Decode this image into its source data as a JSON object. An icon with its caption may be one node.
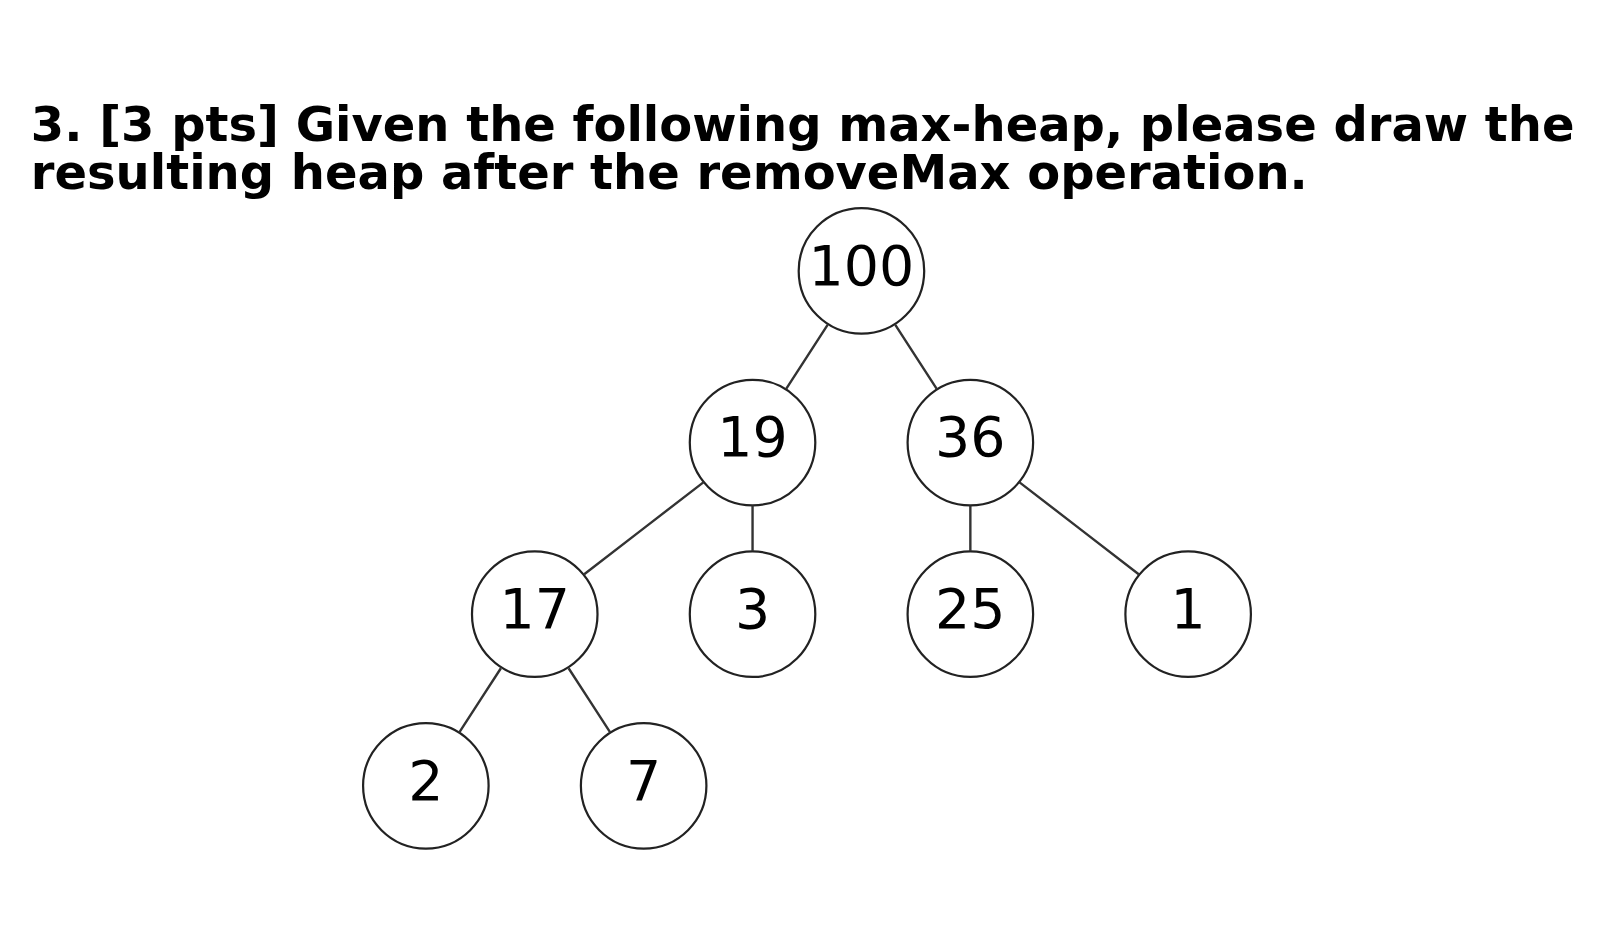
{
  "diagram": {
    "title": "3. [3 pts] Given the following max-heap, please draw the resulting heap after the removeMax operation.",
    "nodes": [
      {
        "text": [
          "100"
        ]
      },
      {
        "text": [
          "19"
        ]
      },
      {
        "text": [
          "36"
        ]
      },
      {
        "text": [
          "17"
        ]
      },
      {
        "text": [
          "3"
        ]
      },
      {
        "text": [
          "25"
        ]
      },
      {
        "text": [
          "1"
        ]
      },
      {
        "text": [
          "2"
        ]
      },
      {
        "text": [
          "7"
        ]
      }
    ],
    "edges": [
      {
        "from": 0,
        "to": 1,
        "arrow": "none"
      },
      {
        "from": 0,
        "to": 2,
        "arrow": "none"
      },
      {
        "from": 1,
        "to": 3,
        "arrow": "none"
      },
      {
        "from": 1,
        "to": 4,
        "arrow": "none"
      },
      {
        "from": 2,
        "to": 5,
        "arrow": "none"
      },
      {
        "from": 2,
        "to": 6,
        "arrow": "none"
      },
      {
        "from": 3,
        "to": 7,
        "arrow": "none"
      },
      {
        "from": 3,
        "to": 8,
        "arrow": "none"
      }
    ]
  }
}
